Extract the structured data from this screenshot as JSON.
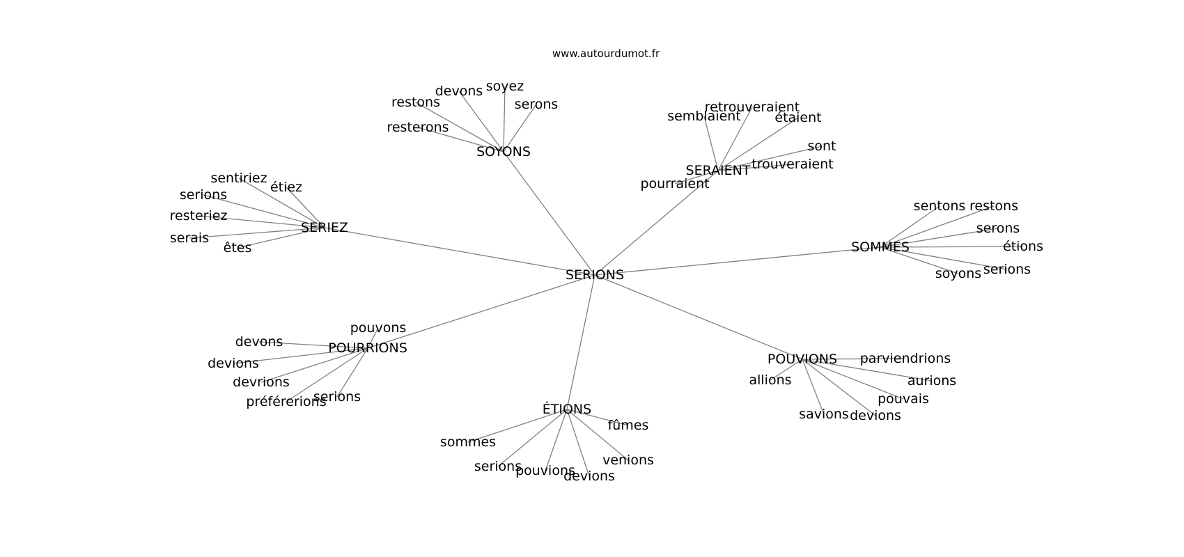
{
  "source": "www.autourdumot.fr",
  "center": "SERIONS",
  "groups": [
    {
      "hub": "SOYONS",
      "leaves": [
        "devons",
        "soyez",
        "restons",
        "serons",
        "resterons"
      ]
    },
    {
      "hub": "SERAIENT",
      "leaves": [
        "retrouveraient",
        "semblaient",
        "étaient",
        "sont",
        "trouveraient",
        "pourraient"
      ]
    },
    {
      "hub": "SERIEZ",
      "leaves": [
        "sentiriez",
        "étiez",
        "serions",
        "resteriez",
        "serais",
        "êtes"
      ]
    },
    {
      "hub": "SOMMES",
      "leaves": [
        "sentons",
        "restons",
        "serons",
        "étions",
        "serions",
        "soyons"
      ]
    },
    {
      "hub": "POURRIONS",
      "leaves": [
        "pouvons",
        "devons",
        "devions",
        "devrions",
        "serions",
        "préférerions"
      ]
    },
    {
      "hub": "POUVIONS",
      "leaves": [
        "parviendrions",
        "allions",
        "aurions",
        "pouvais",
        "savions",
        "devions"
      ]
    },
    {
      "hub": "ÉTIONS",
      "leaves": [
        "fûmes",
        "sommes",
        "venions",
        "serions",
        "pouvions",
        "devions"
      ]
    }
  ]
}
